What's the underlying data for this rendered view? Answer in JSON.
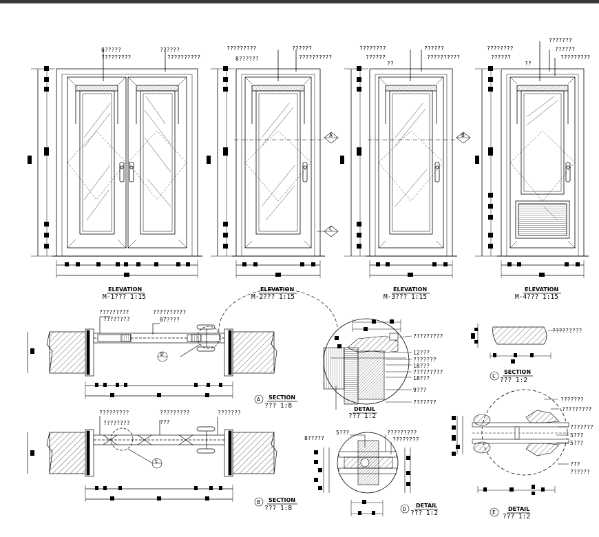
{
  "palette": {
    "ink": "#000000",
    "paper": "#ffffff",
    "frame_bar": "#3a3a3a"
  },
  "elevations": [
    {
      "key": "m1",
      "title": "ELEVATION",
      "scale": "M-1??? 1:15",
      "labels": [
        "8?????",
        "?????????",
        "??????",
        "??????????"
      ]
    },
    {
      "key": "m2",
      "title": "ELEVATION",
      "scale": "M-2??? 1:15",
      "labels": [
        "?????????",
        "8??????",
        "??????",
        "??????????"
      ],
      "markers": [
        "A",
        "C"
      ]
    },
    {
      "key": "m3",
      "title": "ELEVATION",
      "scale": "M-3??? 1:15",
      "labels": [
        "????????",
        "??????",
        "??",
        "??????",
        "??????????"
      ],
      "markers": [
        "B"
      ]
    },
    {
      "key": "m4",
      "title": "ELEVATION",
      "scale": "M-4??? 1:15",
      "labels": [
        "????????",
        "??????",
        "??",
        "???????",
        "??????",
        "?????????"
      ]
    }
  ],
  "section_a": {
    "label": "A",
    "title": "SECTION",
    "scale": "??? 1:8",
    "callouts": [
      "?????????",
      "????????",
      "??????????",
      "87????"
    ],
    "marker": "D"
  },
  "section_b": {
    "label": "B",
    "title": "SECTION",
    "scale": "??? 1:8",
    "callouts": [
      "?????????",
      "????????",
      "?????????",
      "???",
      "???????"
    ],
    "marker": "E"
  },
  "detail_top": {
    "title": "DETAIL",
    "scale": "??? 1:2",
    "callouts": [
      "?????????",
      "12???",
      "???????",
      "18???",
      "?????????",
      "18???",
      "9???",
      "???????"
    ]
  },
  "section_c": {
    "label": "C",
    "title": "SECTION",
    "scale": "??? 1:2",
    "callouts": [
      "?????????"
    ]
  },
  "detail_d": {
    "label": "D",
    "title": "DETAIL",
    "scale": "??? 1:2",
    "callouts": [
      "5???",
      "?????????",
      "????????",
      "8?????"
    ]
  },
  "detail_e": {
    "label": "E",
    "title": "DETAIL",
    "scale": "??? 1:2",
    "callouts": [
      "???????",
      "?????????",
      "???????",
      "5???",
      "5???",
      "???",
      "??????"
    ]
  }
}
